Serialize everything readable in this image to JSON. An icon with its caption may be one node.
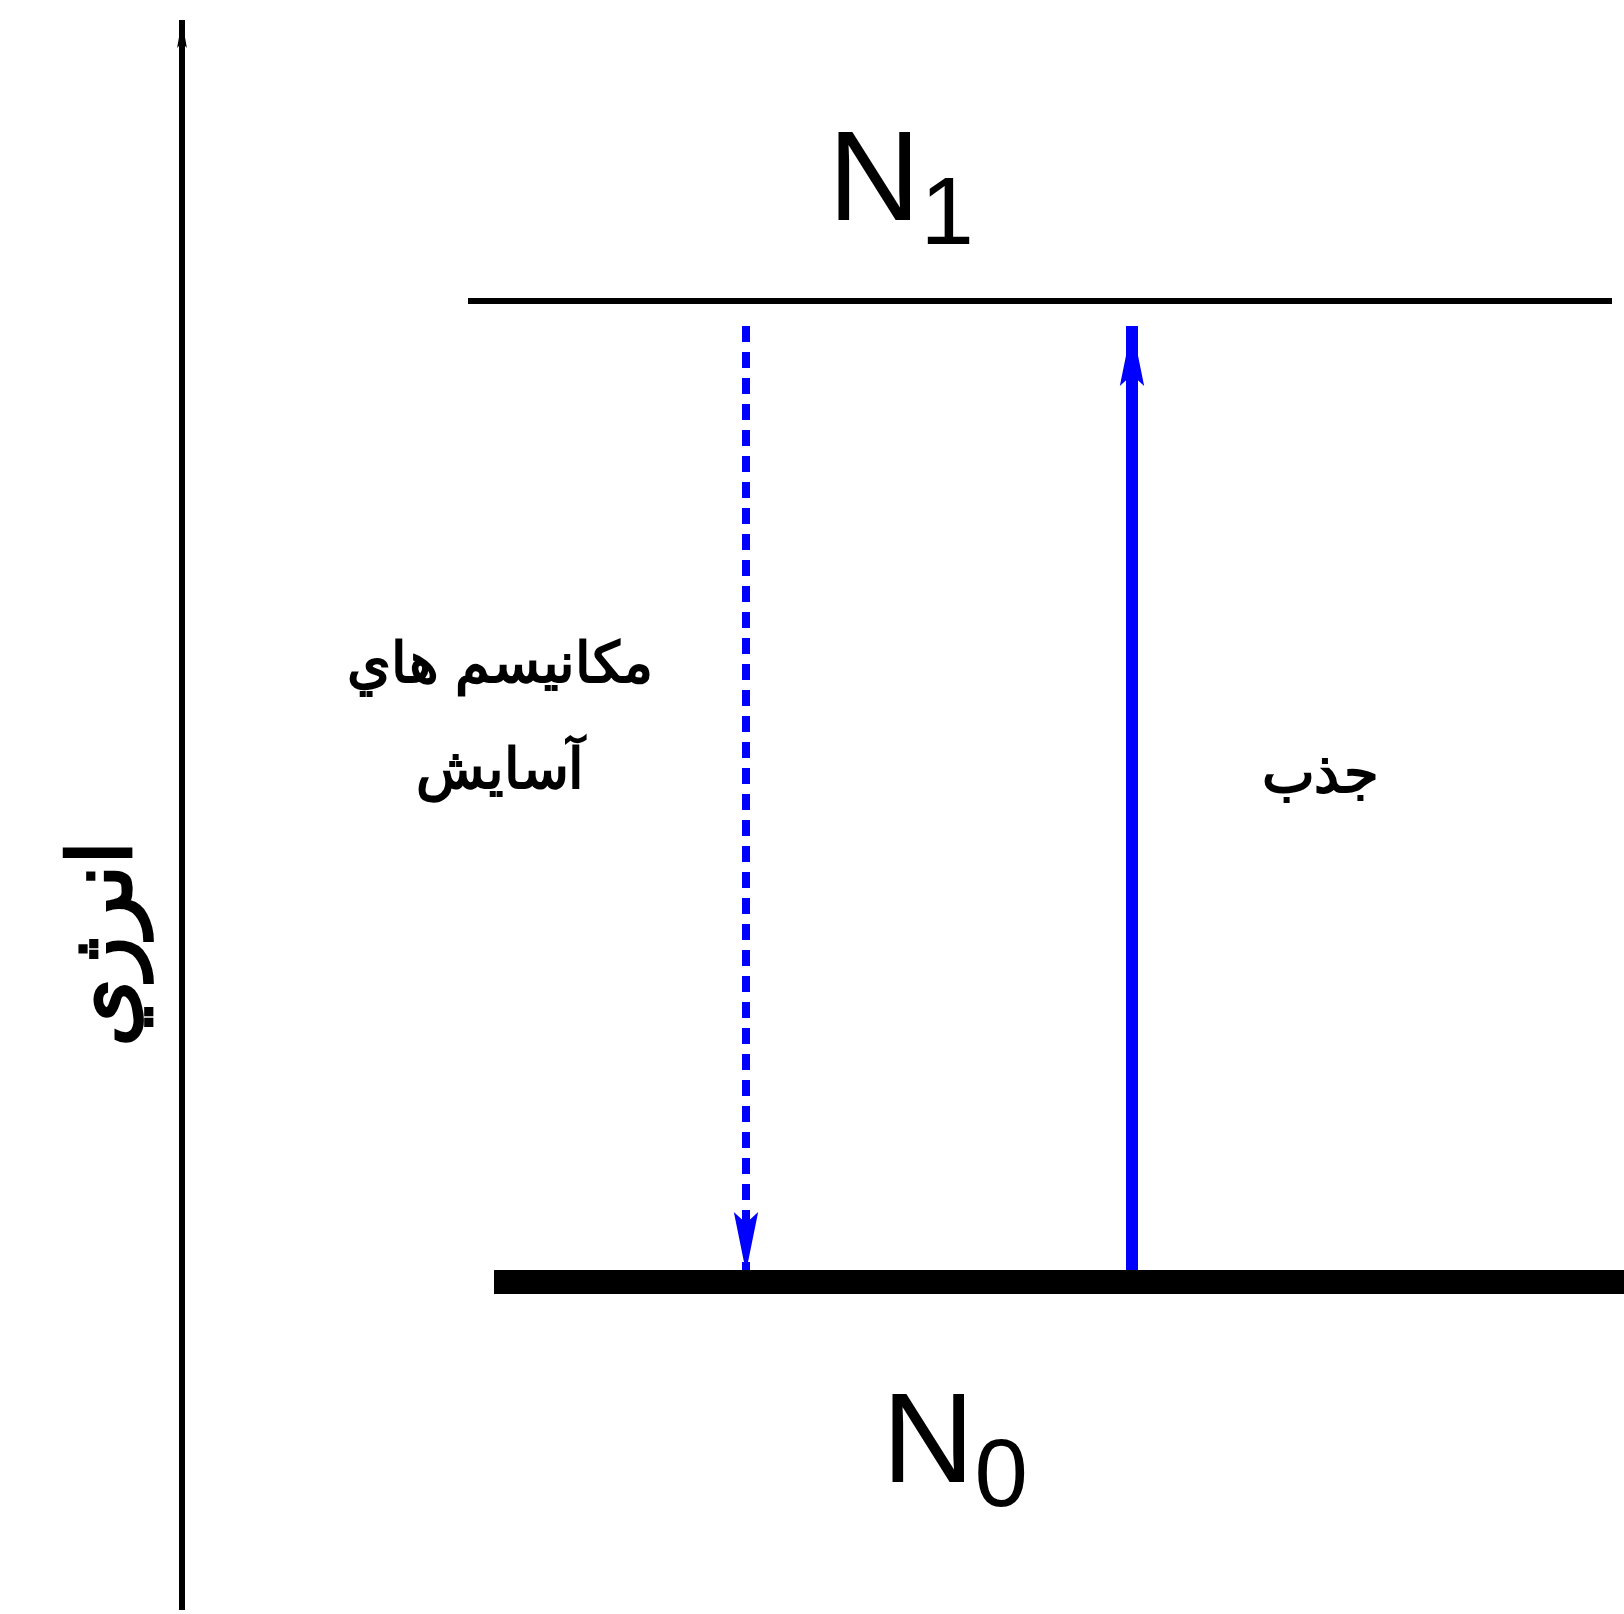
{
  "diagram": {
    "nodes": [
      {
        "text": [
          "N$_{1}$"
        ]
      },
      {
        "text": [
          "N$_{0}$"
        ]
      }
    ],
    "edges": [
      {
        "from": 0,
        "to": 1,
        "arrow": "to",
        "label": "مكانيسم هاي آسايش",
        "style": "dashed",
        "color": "#0000ff"
      },
      {
        "from": 1,
        "to": 0,
        "arrow": "to",
        "label": "جذب",
        "color": "#0000ff"
      }
    ],
    "labels": [
      "انرژي"
    ]
  }
}
